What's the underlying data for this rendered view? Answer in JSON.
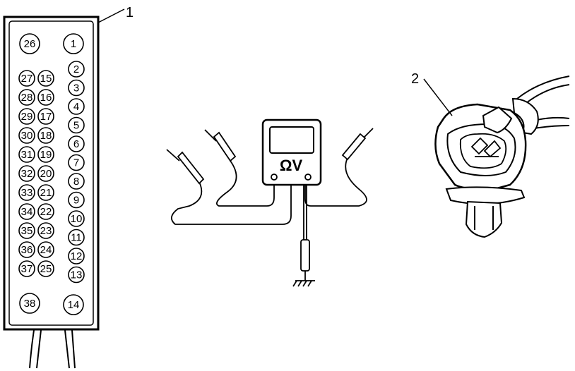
{
  "callouts": [
    {
      "id": "breakout-box",
      "label": "1"
    },
    {
      "id": "connector",
      "label": "2"
    }
  ],
  "meter": {
    "label": "ΩV"
  },
  "pins": [
    "1",
    "2",
    "3",
    "4",
    "5",
    "6",
    "7",
    "8",
    "9",
    "10",
    "11",
    "12",
    "13",
    "14",
    "15",
    "16",
    "17",
    "18",
    "19",
    "20",
    "21",
    "22",
    "23",
    "24",
    "25",
    "26",
    "27",
    "28",
    "29",
    "30",
    "31",
    "32",
    "33",
    "34",
    "35",
    "36",
    "37",
    "38"
  ]
}
